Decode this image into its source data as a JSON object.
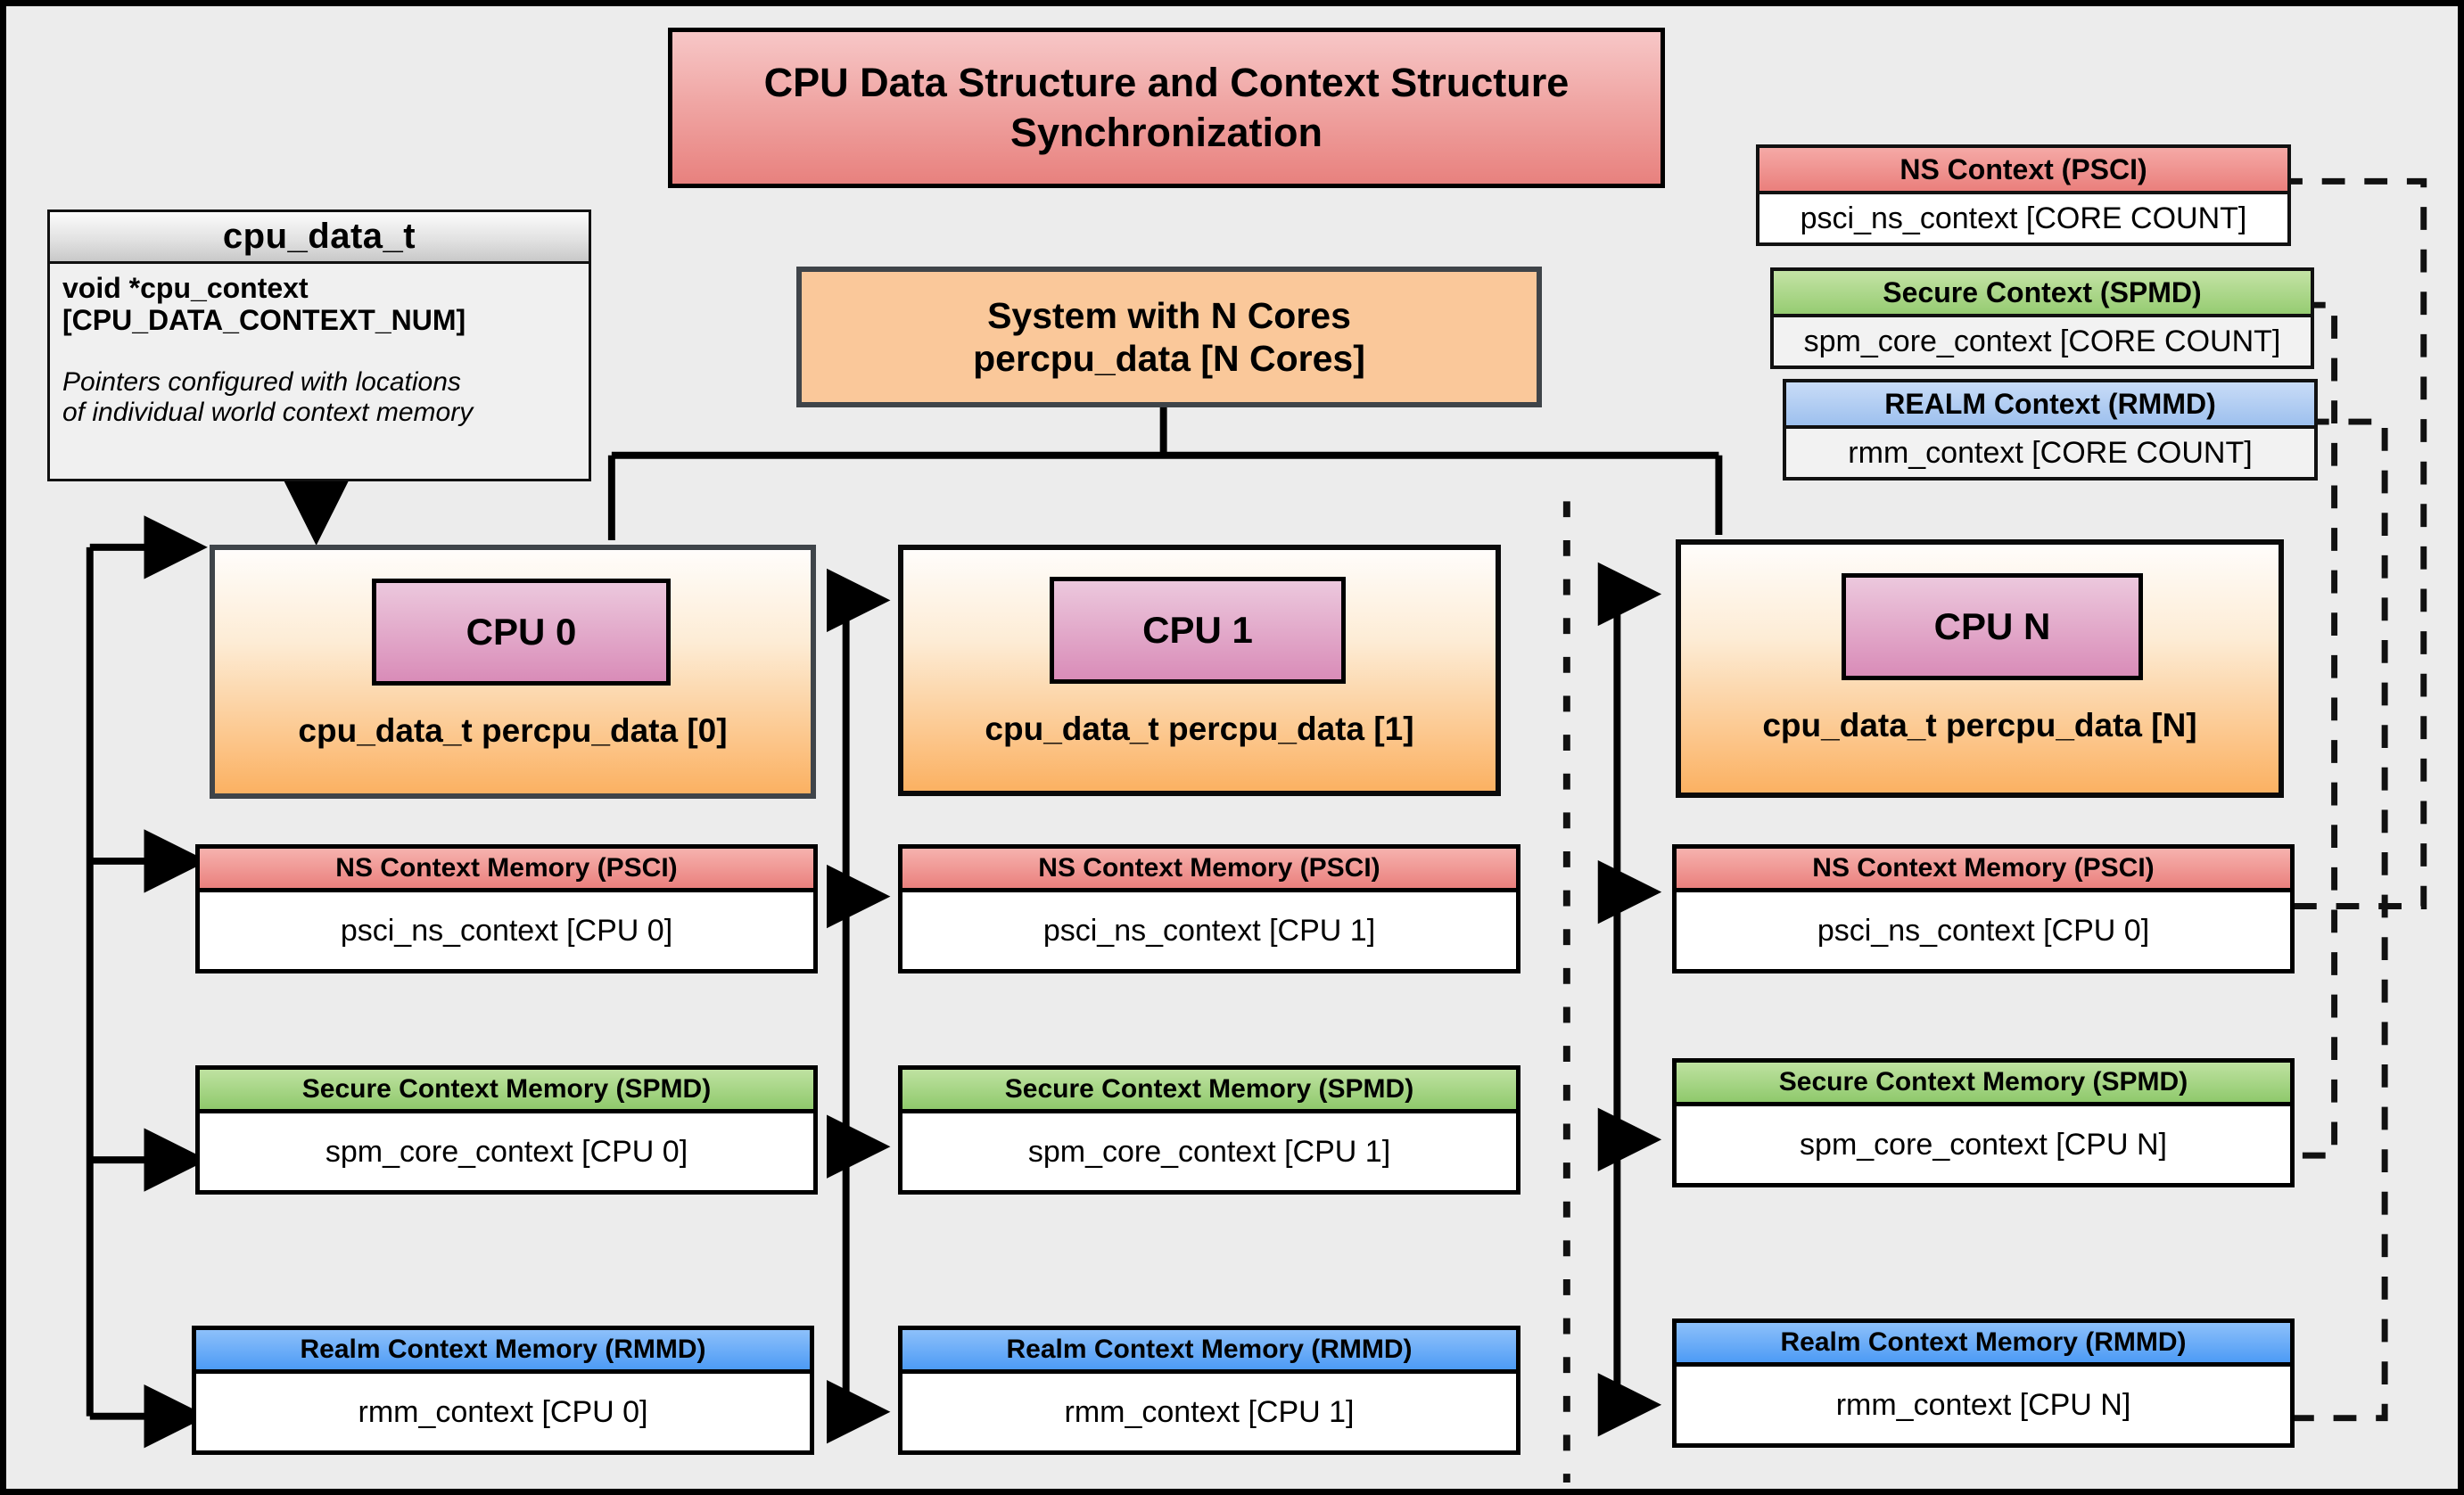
{
  "title": "CPU Data Structure and Context Structure Synchronization",
  "cpu_data_struct": {
    "header": "cpu_data_t",
    "field_line1": "void  *cpu_context",
    "field_line2": "[CPU_DATA_CONTEXT_NUM]",
    "note_line1": "Pointers configured with locations",
    "note_line2": "of individual world context memory"
  },
  "system": {
    "line1": "System with N Cores",
    "line2": "percpu_data [N Cores]"
  },
  "context_summaries": [
    {
      "id": "ns",
      "header": "NS Context  (PSCI)",
      "body": "psci_ns_context [CORE COUNT]",
      "color": "#ea807d"
    },
    {
      "id": "secure",
      "header": "Secure Context (SPMD)",
      "body": "spm_core_context [CORE COUNT]",
      "color": "#8fc96c"
    },
    {
      "id": "realm",
      "header": "REALM Context (RMMD)",
      "body": "rmm_context [CORE COUNT]",
      "color": "#4d9bf5"
    }
  ],
  "cpus": [
    {
      "chip": "CPU 0",
      "caption": "cpu_data_t percpu_data [0]",
      "contexts": [
        {
          "header": "NS Context Memory (PSCI)",
          "body": "psci_ns_context [CPU 0]"
        },
        {
          "header": "Secure Context Memory (SPMD)",
          "body": "spm_core_context [CPU 0]"
        },
        {
          "header": "Realm Context Memory (RMMD)",
          "body": "rmm_context [CPU 0]"
        }
      ]
    },
    {
      "chip": "CPU 1",
      "caption": "cpu_data_t percpu_data [1]",
      "contexts": [
        {
          "header": "NS Context Memory (PSCI)",
          "body": "psci_ns_context [CPU 1]"
        },
        {
          "header": "Secure Context Memory (SPMD)",
          "body": "spm_core_context [CPU 1]"
        },
        {
          "header": "Realm Context Memory (RMMD)",
          "body": "rmm_context [CPU 1]"
        }
      ]
    },
    {
      "chip": "CPU N",
      "caption": "cpu_data_t percpu_data [N]",
      "contexts": [
        {
          "header": "NS Context Memory (PSCI)",
          "body": "psci_ns_context [CPU 0]"
        },
        {
          "header": "Secure Context Memory (SPMD)",
          "body": "spm_core_context [CPU N]"
        },
        {
          "header": "Realm Context Memory (RMMD)",
          "body": "rmm_context [CPU N]"
        }
      ]
    }
  ],
  "colors": {
    "background": "#ececec",
    "title_fill": "#ea817e",
    "system_fill": "#fac89a",
    "cpu_fill": "#fbb162",
    "chip_fill": "#d98cb8",
    "ns": "#ea807d",
    "secure": "#8fc96c",
    "realm": "#4d9bf5"
  }
}
